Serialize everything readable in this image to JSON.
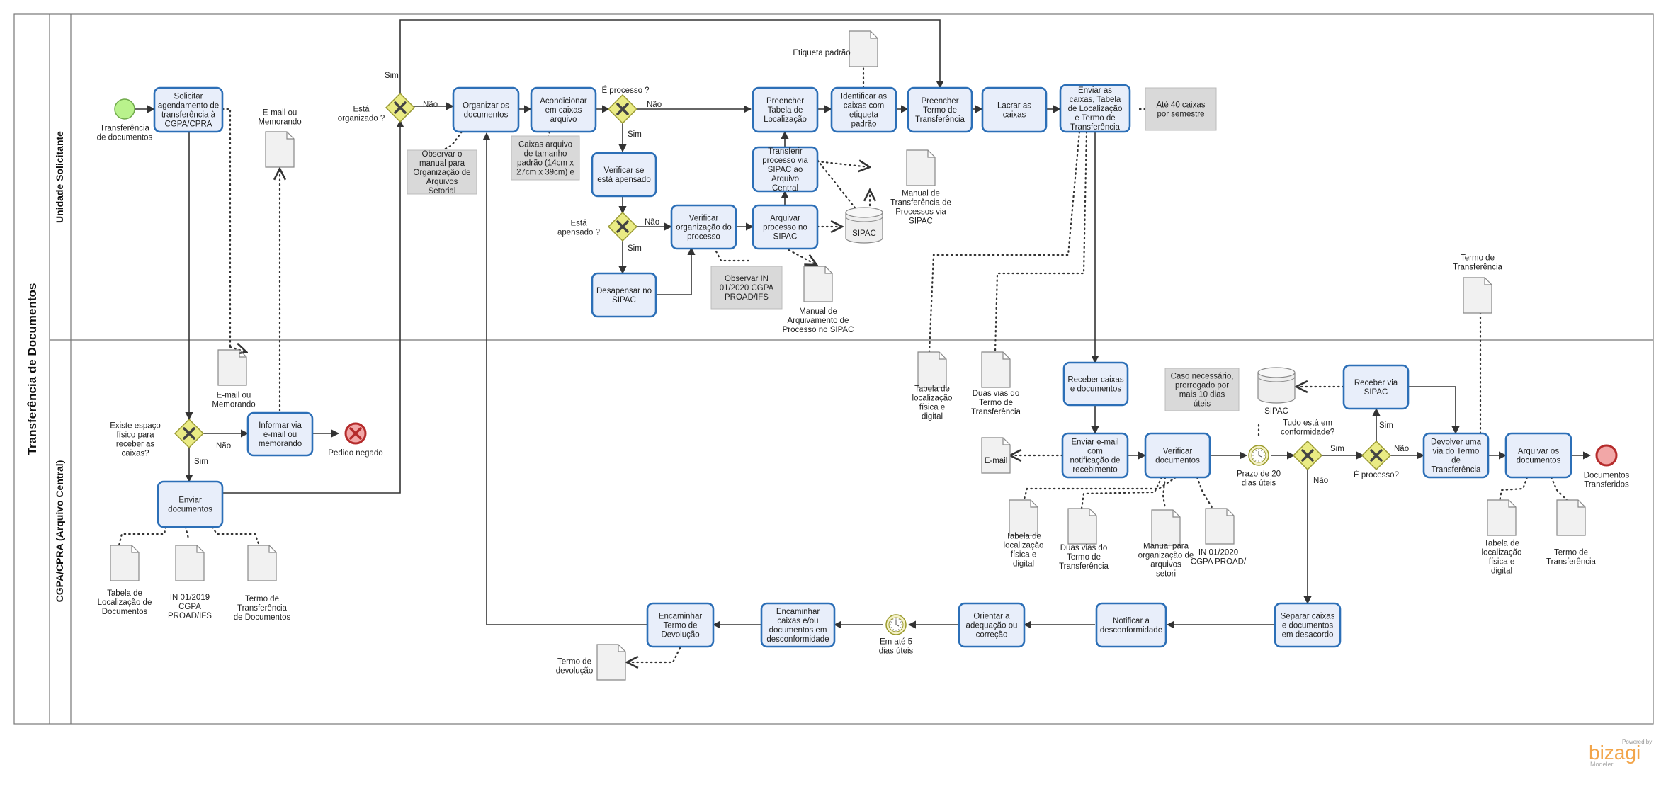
{
  "pool_title": "Transferência de Documentos",
  "lanes": [
    "Unidade Solicitante",
    "CGPA/CPRA (Arquivo Central)"
  ],
  "tasks": [
    {
      "id": "t_solicitar",
      "text": "Solicitar agendamento de transferência à CGPA/CPRA"
    },
    {
      "id": "t_organizar",
      "text": "Organizar os documentos"
    },
    {
      "id": "t_acondicionar",
      "text": "Acondicionar em caixas arquivo"
    },
    {
      "id": "t_verif_apensado",
      "text": "Verificar se está apensado"
    },
    {
      "id": "t_desapensar",
      "text": "Desapensar no SIPAC"
    },
    {
      "id": "t_verif_org",
      "text": "Verificar organização do processo"
    },
    {
      "id": "t_arquivar_proc",
      "text": "Arquivar processo no SIPAC"
    },
    {
      "id": "t_transferir",
      "text": "Transferir processo via SIPAC ao Arquivo Central"
    },
    {
      "id": "t_preencher_tab",
      "text": "Preencher Tabela de Localização"
    },
    {
      "id": "t_identificar",
      "text": "Identificar as caixas com etiqueta padrão"
    },
    {
      "id": "t_preencher_termo",
      "text": "Preencher Termo de Transferência"
    },
    {
      "id": "t_lacrar",
      "text": "Lacrar as caixas"
    },
    {
      "id": "t_enviar_caixas",
      "text": "Enviar as caixas, Tabela de Localização e Termo de Transferência"
    },
    {
      "id": "t_informar",
      "text": "Informar via e-mail ou memorando"
    },
    {
      "id": "t_enviar_docs",
      "text": "Enviar documentos"
    },
    {
      "id": "t_receber",
      "text": "Receber caixas e documentos"
    },
    {
      "id": "t_enviar_email",
      "text": "Enviar e-mail com notificação de recebimento"
    },
    {
      "id": "t_verificar_docs",
      "text": "Verificar documentos"
    },
    {
      "id": "t_receber_sipac",
      "text": "Receber via SIPAC"
    },
    {
      "id": "t_devolver",
      "text": "Devolver uma via do Termo de Transferência"
    },
    {
      "id": "t_arquivar_docs",
      "text": "Arquivar os documentos"
    },
    {
      "id": "t_separar",
      "text": "Separar caixas e documentos em desacordo"
    },
    {
      "id": "t_notificar",
      "text": "Notificar a desconformidade"
    },
    {
      "id": "t_orientar",
      "text": "Orientar a adequação ou correção"
    },
    {
      "id": "t_encaminhar_caixas",
      "text": "Encaminhar caixas e/ou documentos em desconformidade"
    },
    {
      "id": "t_encaminhar_termo",
      "text": "Encaminhar Termo de Devolução"
    }
  ],
  "events": {
    "start_label": "Transferência de documentos",
    "end_denied": "Pedido negado",
    "end_final": "Documentos Transferidos",
    "timer_20": "Prazo de 20 dias úteis",
    "timer_5": "Em até 5 dias úteis"
  },
  "gateways": {
    "esta_organizado": "Está organizado ?",
    "e_processo_1": "É processo ?",
    "esta_apensado": "Está apensado ?",
    "existe_espaco": "Existe espaço físico para receber as caixas?",
    "tudo_conformidade": "Tudo está em conformidade?",
    "e_processo_2": "É processo?"
  },
  "flow_labels": {
    "sim": "Sim",
    "nao": "Não"
  },
  "annotations": [
    {
      "id": "a_manual",
      "text": "Observar o manual para Organização de Arquivos Setorial"
    },
    {
      "id": "a_caixas",
      "text": "Caixas arquivo de tamanho padrão (14cm x 27cm x 39cm) e"
    },
    {
      "id": "a_in",
      "text": "Observar IN 01/2020 CGPA PROAD/IFS"
    },
    {
      "id": "a_ate40",
      "text": "Até 40 caixas por semestre"
    },
    {
      "id": "a_prorrogado",
      "text": "Caso necessário, prorrogado por mais 10 dias úteis"
    }
  ],
  "artifacts": {
    "etiqueta": "Etiqueta padrão",
    "email_memo_top": "E-mail ou Memorando",
    "email_memo_low": "E-mail ou Memorando",
    "manual_transf": "Manual de Transferência de Processos via SIPAC",
    "sipac_top": "SIPAC",
    "manual_arq": "Manual de Arquivamento de Processo no SIPAC",
    "tabela_loc_1": "Tabela de localização física e digital",
    "duas_vias_1": "Duas vias do Termo de Transferência",
    "termo_transf_top": "Termo de Transferência",
    "tabela_loc_docs": "Tabela de Localização de Documentos",
    "in_2019": "IN 01/2019 CGPA PROAD/IFS",
    "termo_transf_docs": "Termo de Transferência de Documentos",
    "email": "E-mail",
    "sipac_low": "SIPAC",
    "tabela_loc_2": "Tabela de localização física e digital",
    "duas_vias_2": "Duas vias do Termo de Transferência",
    "manual_org": "Manual para organização de arquivos setori",
    "in_2020": "IN 01/2020 CGPA PROAD/",
    "tabela_loc_3": "Tabela de localização física e digital",
    "termo_transf_3": "Termo de Transferência",
    "termo_devolucao": "Termo de devolução"
  },
  "branding": {
    "powered": "Powered by",
    "name": "bizagi",
    "product": "Modeler"
  },
  "colors": {
    "task_fill": "#e8eefa",
    "task_stroke": "#2c6fb7",
    "start": "#b9f28c",
    "end": "#f2a7a7",
    "gateway": "#eaeb84",
    "annotation": "#d9d9d9",
    "brand_orange": "#f2a54a"
  }
}
